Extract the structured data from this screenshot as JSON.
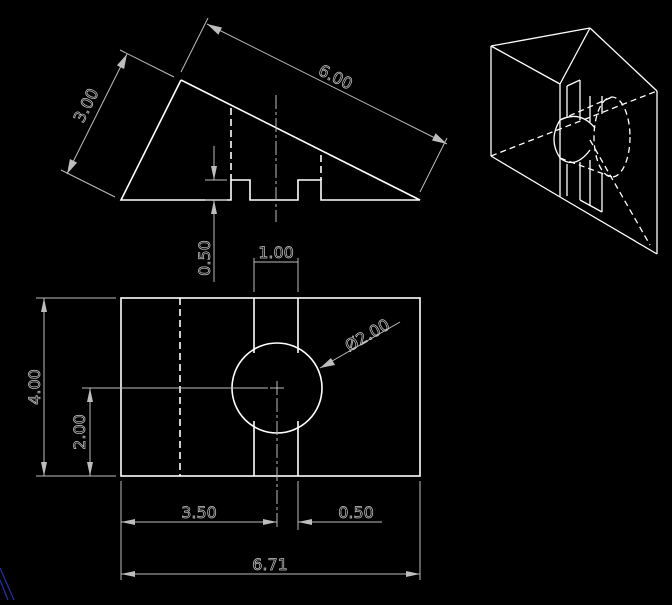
{
  "drawing": {
    "dimensions": {
      "front_width": "6.00",
      "front_height": "3.00",
      "slot_depth": "0.50",
      "slot_width": "1.00",
      "hole_diameter": "Ø2.00",
      "overall_height": "4.00",
      "hole_center_height": "2.00",
      "hole_center_offset": "3.50",
      "slot_offset": "0.50",
      "overall_width": "6.71"
    }
  }
}
